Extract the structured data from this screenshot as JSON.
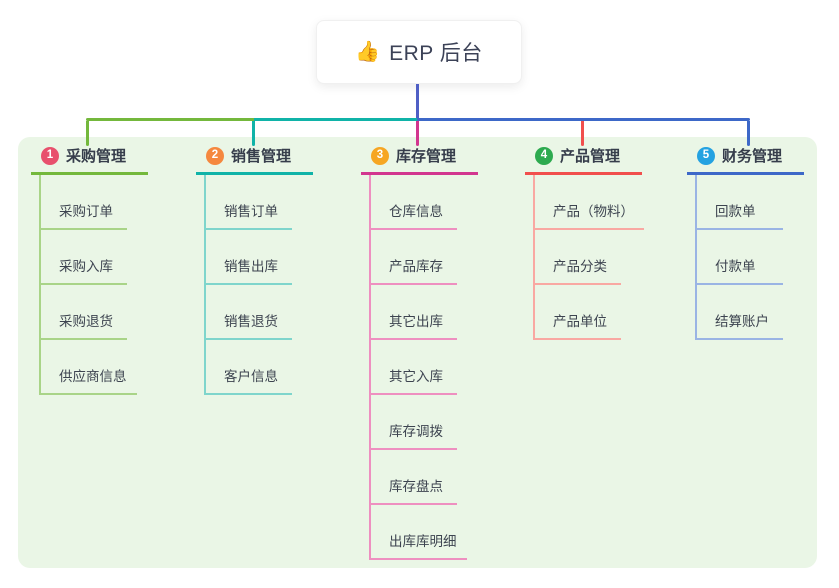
{
  "root": {
    "icon_glyph": "👍",
    "label": "ERP 后台"
  },
  "connectors": {
    "root_drop_color": "#4f5fc5",
    "trunk_left_color": "#74b83c",
    "trunk_mid_color": "#10b3a8",
    "trunk_right_color": "#3d68c8"
  },
  "panel_color": "#eaf6e6",
  "branches": [
    {
      "num": "1",
      "title": "采购管理",
      "badge_color": "#e8506d",
      "line_color": "#74b83c",
      "sub_line_color": "#a9d488",
      "items": [
        "采购订单",
        "采购入库",
        "采购退货",
        "供应商信息"
      ]
    },
    {
      "num": "2",
      "title": "销售管理",
      "badge_color": "#f5883f",
      "line_color": "#10b3a8",
      "sub_line_color": "#7fd5cc",
      "items": [
        "销售订单",
        "销售出库",
        "销售退货",
        "客户信息"
      ]
    },
    {
      "num": "3",
      "title": "库存管理",
      "badge_color": "#f6a623",
      "line_color": "#d2368f",
      "sub_line_color": "#ee8fc0",
      "items": [
        "仓库信息",
        "产品库存",
        "其它出库",
        "其它入库",
        "库存调拨",
        "库存盘点",
        "出库库明细"
      ]
    },
    {
      "num": "4",
      "title": "产品管理",
      "badge_color": "#2daa4f",
      "line_color": "#f14f4d",
      "sub_line_color": "#f9a8a2",
      "items": [
        "产品（物料）",
        "产品分类",
        "产品单位"
      ]
    },
    {
      "num": "5",
      "title": "财务管理",
      "badge_color": "#24a2e1",
      "line_color": "#3d68c8",
      "sub_line_color": "#9ab4e4",
      "items": [
        "回款单",
        "付款单",
        "结算账户"
      ]
    }
  ]
}
